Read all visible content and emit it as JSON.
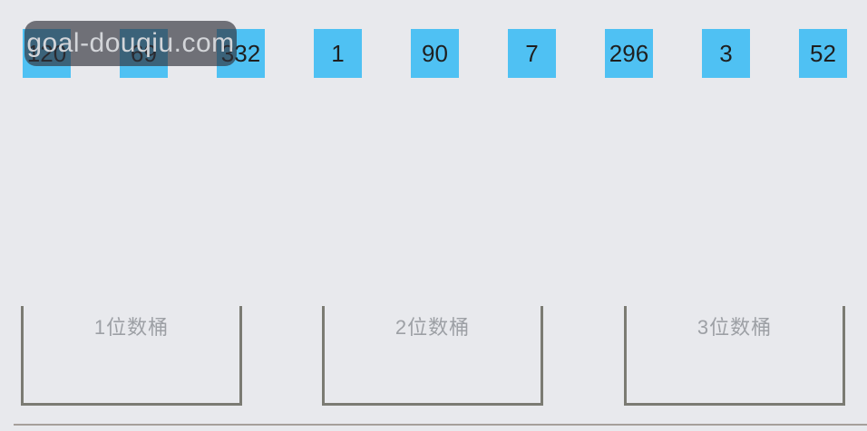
{
  "watermark": {
    "text": "goal-douqiu.com"
  },
  "array_items": [
    "120",
    "69",
    "332",
    "1",
    "90",
    "7",
    "296",
    "3",
    "52"
  ],
  "buckets": [
    {
      "label": "1位数桶"
    },
    {
      "label": "2位数桶"
    },
    {
      "label": "3位数桶"
    }
  ],
  "colors": {
    "background": "#e8e9ed",
    "tile_blue": "#4fc1f3",
    "tile_text": "#1f1f1f",
    "bucket_border": "#7b7b73",
    "bucket_label": "#9da0a5",
    "divider": "#a59f9a",
    "watermark_bg": "rgba(48,48,58,0.66)",
    "watermark_text": "#d3d5d9"
  }
}
